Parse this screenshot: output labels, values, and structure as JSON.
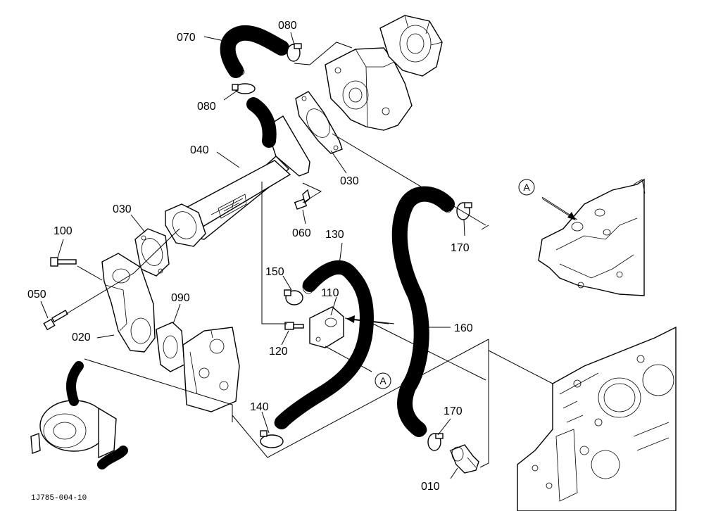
{
  "diagram": {
    "drawing_code": "1J785-004-10",
    "reference_letter": "A",
    "callouts": {
      "p070": "070",
      "p080_top": "080",
      "p080_left": "080",
      "p040": "040",
      "p030_right": "030",
      "p030_left": "030",
      "p060": "060",
      "p130": "130",
      "p170_top": "170",
      "p100": "100",
      "p150": "150",
      "p110": "110",
      "p050": "050",
      "p090": "090",
      "p020": "020",
      "p120": "120",
      "p160": "160",
      "p140": "140",
      "p170_bottom": "170",
      "p010": "010"
    }
  }
}
